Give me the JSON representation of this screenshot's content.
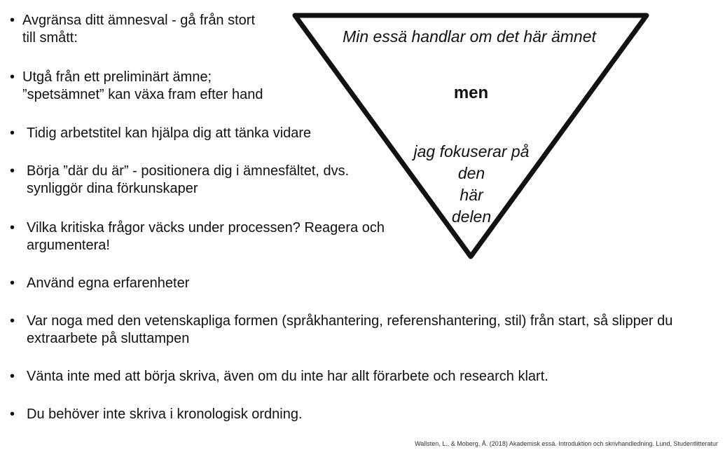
{
  "bullet_symbol": "•",
  "bullets": [
    {
      "lines": [
        "Avgränsa ditt ämnesval - gå från stort",
        "till smått:"
      ]
    },
    {
      "lines": [
        "Utgå från ett preliminärt ämne;",
        "”spetsämnet” kan växa fram efter hand"
      ]
    },
    {
      "lines": [
        "Tidig arbetstitel kan hjälpa dig att tänka vidare"
      ]
    },
    {
      "lines": [
        "Börja ”där du är” - positionera dig i ämnesfältet, dvs.",
        "synliggör dina förkunskaper"
      ]
    },
    {
      "lines": [
        "Vilka kritiska frågor väcks under processen? Reagera och",
        "argumentera!"
      ]
    },
    {
      "lines": [
        "Använd egna erfarenheter"
      ]
    },
    {
      "lines": [
        "Var noga med den vetenskapliga formen (språkhantering, referenshantering, stil) från start, så slipper du",
        "extraarbete på sluttampen"
      ]
    },
    {
      "lines": [
        "Vänta inte med att börja skriva, även om du inte har allt förarbete och research klart."
      ]
    },
    {
      "lines": [
        "Du behöver inte skriva i kronologisk ordning."
      ]
    }
  ],
  "funnel": {
    "top_text": "Min essä handlar om det här ämnet",
    "middle_text": "men",
    "bottom_lines": [
      "jag fokuserar på",
      "den",
      "här",
      "delen"
    ]
  },
  "citation": "Wallsten, L., & Moberg, Å. (2018) Akademisk essä. Introduktion och skrivhandledning. Lund, Studentlitteratur"
}
